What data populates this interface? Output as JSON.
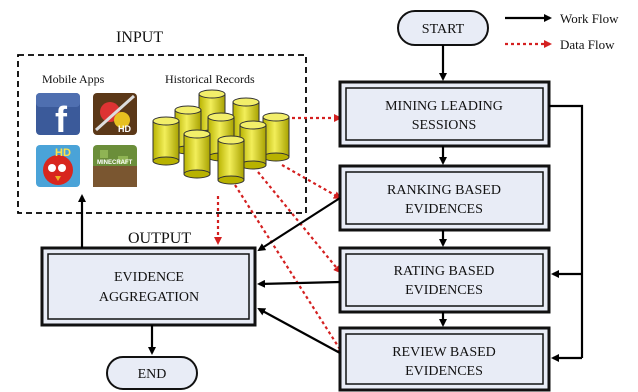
{
  "legend": {
    "work_flow": "Work Flow",
    "data_flow": "Data Flow"
  },
  "colors": {
    "work_flow": "#000000",
    "data_flow": "#d42020",
    "box_fill": "#e8ecf6",
    "terminal_fill": "#e8ecf6",
    "cylinder_fill": "#e8e020"
  },
  "input_section": {
    "title": "INPUT",
    "mobile_apps_label": "Mobile Apps",
    "historical_records_label": "Historical Records",
    "apps": [
      {
        "name": "facebook",
        "icon": "facebook-app-icon",
        "glyph": "f"
      },
      {
        "name": "fruit-ninja",
        "icon": "fruit-ninja-app-icon",
        "glyph": "HD"
      },
      {
        "name": "angry-birds",
        "icon": "angry-birds-app-icon",
        "glyph": "HD"
      },
      {
        "name": "minecraft",
        "icon": "minecraft-app-icon",
        "glyph": "MINECRAFT"
      }
    ]
  },
  "output_section": {
    "title": "OUTPUT"
  },
  "nodes": {
    "start": "START",
    "end": "END",
    "mining": [
      "MINING LEADING",
      "SESSIONS"
    ],
    "ranking": [
      "RANKING BASED",
      "EVIDENCES"
    ],
    "rating": [
      "RATING BASED",
      "EVIDENCES"
    ],
    "review": [
      "REVIEW BASED",
      "EVIDENCES"
    ],
    "aggregation": [
      "EVIDENCE",
      "AGGREGATION"
    ]
  }
}
